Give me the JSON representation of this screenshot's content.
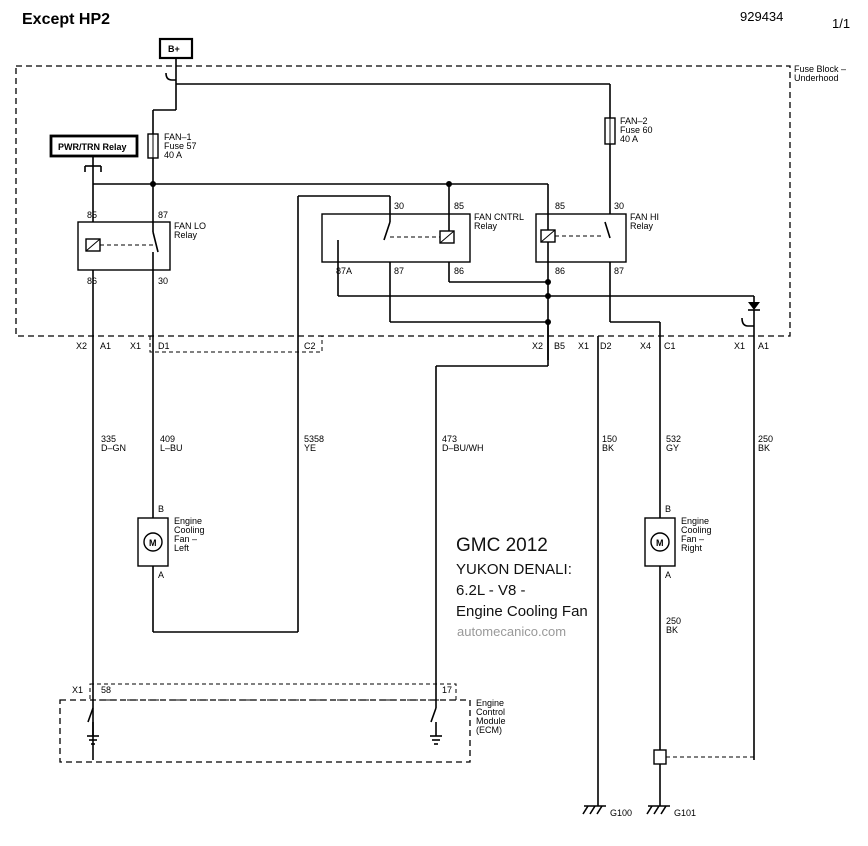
{
  "header": {
    "title": "Except HP2",
    "doc_number": "929434",
    "page": "1/1"
  },
  "power": {
    "label": "B+"
  },
  "fuse_block": {
    "line1": "Fuse Block –",
    "line2": "Underhood"
  },
  "pwr_relay": {
    "label": "PWR/TRN Relay"
  },
  "fuses": {
    "fan1": {
      "line1": "FAN–1",
      "line2": "Fuse 57",
      "line3": "40 A"
    },
    "fan2": {
      "line1": "FAN–2",
      "line2": "Fuse 60",
      "line3": "40 A"
    }
  },
  "relays": {
    "fan_lo": {
      "name1": "FAN LO",
      "name2": "Relay",
      "p85": "85",
      "p87": "87",
      "p86": "86",
      "p30": "30"
    },
    "fan_cntrl": {
      "name1": "FAN CNTRL",
      "name2": "Relay",
      "p30": "30",
      "p85": "85",
      "p87a": "87A",
      "p87": "87",
      "p86": "86"
    },
    "fan_hi": {
      "name1": "FAN HI",
      "name2": "Relay",
      "p85": "85",
      "p30": "30",
      "p86": "86",
      "p87": "87"
    }
  },
  "connectors": {
    "c1": "X2",
    "c2": "A1",
    "c3": "X1",
    "c4": "D1",
    "c5": "C2",
    "c6": "X2",
    "c7": "B5",
    "c8": "X1",
    "c9": "D2",
    "c10": "X4",
    "c11": "C1",
    "c12": "X1",
    "c13": "A1"
  },
  "wires": {
    "w1": {
      "circuit": "335",
      "color": "D–GN"
    },
    "w2": {
      "circuit": "409",
      "color": "L–BU"
    },
    "w3": {
      "circuit": "5358",
      "color": "YE"
    },
    "w4": {
      "circuit": "473",
      "color": "D–BU/WH"
    },
    "w5": {
      "circuit": "150",
      "color": "BK"
    },
    "w6": {
      "circuit": "532",
      "color": "GY"
    },
    "w7": {
      "circuit": "250",
      "color": "BK"
    },
    "w8": {
      "circuit": "250",
      "color": "BK"
    }
  },
  "motors": {
    "left": {
      "pin_top": "B",
      "pin_bottom": "A",
      "symbol": "M",
      "line1": "Engine",
      "line2": "Cooling",
      "line3": "Fan –",
      "line4": "Left"
    },
    "right": {
      "pin_top": "B",
      "pin_bottom": "A",
      "symbol": "M",
      "line1": "Engine",
      "line2": "Cooling",
      "line3": "Fan –",
      "line4": "Right"
    }
  },
  "ecm": {
    "conn": "X1",
    "pin1": "58",
    "pin2": "17",
    "line1": "Engine",
    "line2": "Control",
    "line3": "Module",
    "line4": "(ECM)"
  },
  "grounds": {
    "g1": "G100",
    "g2": "G101"
  },
  "overlay": {
    "title": "GMC 2012",
    "line1": "YUKON DENALI:",
    "line2": "6.2L - V8 -",
    "line3": "Engine Cooling Fan",
    "watermark": "automecanico.com"
  }
}
